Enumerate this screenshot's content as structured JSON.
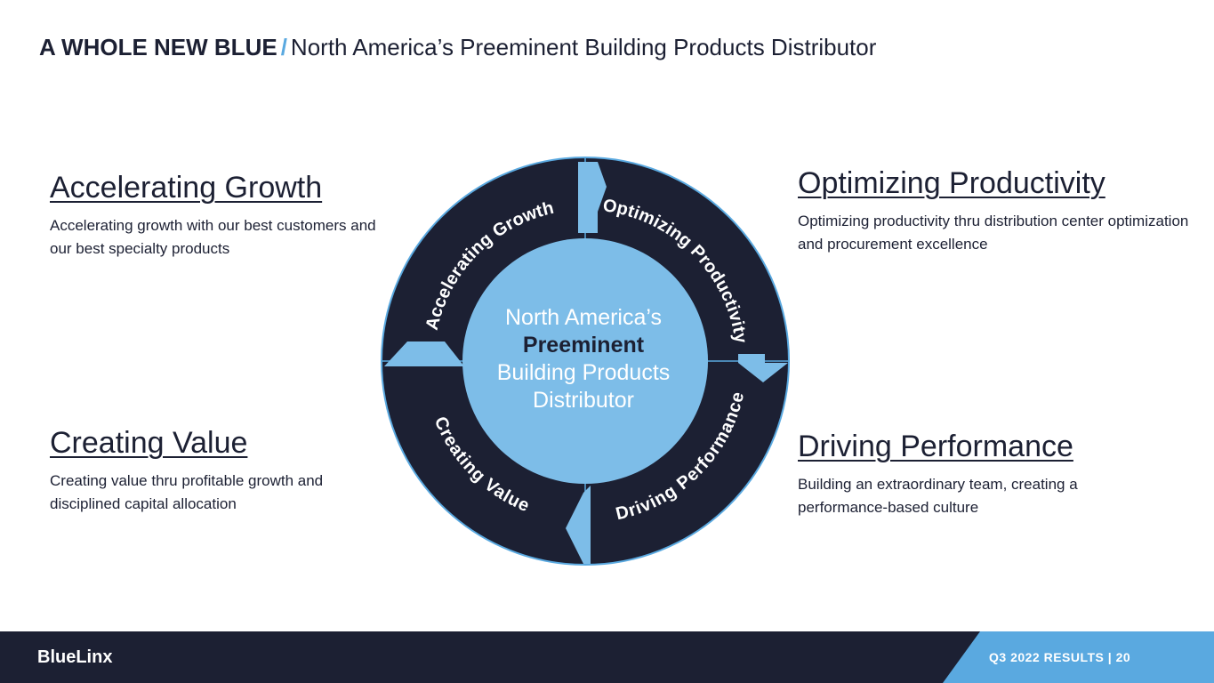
{
  "header": {
    "title_bold": "A WHOLE NEW BLUE",
    "title_sep": "/",
    "title_rest": "North America’s Preeminent Building Products Distributor"
  },
  "blocks": {
    "accelerating": {
      "heading": "Accelerating Growth",
      "text": "Accelerating growth with our best customers and our best specialty products"
    },
    "optimizing": {
      "heading": "Optimizing Productivity",
      "text": "Optimizing productivity thru distribution center optimization and procurement excellence"
    },
    "creating": {
      "heading": "Creating Value",
      "text": "Creating value thru profitable growth and disciplined capital allocation"
    },
    "driving": {
      "heading": "Driving Performance",
      "text": "Building an extraordinary team, creating a performance-based culture"
    }
  },
  "cycle": {
    "center_line1": "North America’s",
    "center_line2": "Preeminent",
    "center_line3": "Building Products",
    "center_line4": "Distributor",
    "segments": [
      "Accelerating Growth",
      "Optimizing Productivity",
      "Driving Performance",
      "Creating Value"
    ]
  },
  "footer": {
    "logo": "BlueLinx",
    "tag": "Q3  2022  RESULTS    |    20"
  },
  "colors": {
    "navy": "#1c2033",
    "accent_blue": "#5aa9e0",
    "center_blue": "#7dbde8"
  }
}
